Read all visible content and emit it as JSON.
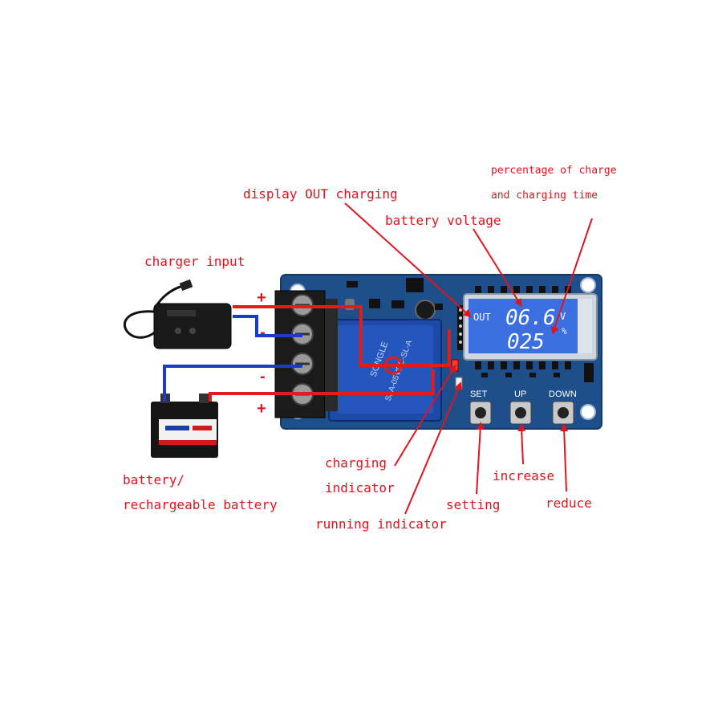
{
  "labels": {
    "pct_line1": "percentage of charge",
    "pct_line2": "and charging time",
    "display_out": "display OUT charging",
    "battery_voltage": "battery voltage",
    "charger_input": "charger input",
    "battery_line1": "battery/",
    "battery_line2": "rechargeable battery",
    "charging_ind_1": "charging",
    "charging_ind_2": "indicator",
    "running_indicator": "running indicator",
    "setting": "setting",
    "increase": "increase",
    "reduce": "reduce"
  },
  "lcd": {
    "out": "OUT",
    "voltage": "06.6",
    "voltage_unit": "V",
    "percent": "025",
    "percent_unit": "%"
  },
  "buttons": {
    "set": "SET",
    "up": "UP",
    "down": "DOWN"
  },
  "terminal_signs": [
    "+",
    "-",
    "-",
    "+"
  ],
  "relay": {
    "brand": "SONGLE",
    "model": "SLA-05VDC-SL-A"
  },
  "colors": {
    "pcb": "#1f4f8a",
    "annotation": "#e0141e",
    "wire_positive": "#e41b1b",
    "wire_negative": "#1a3cc8",
    "lcd_background": "#3b6fe0"
  }
}
